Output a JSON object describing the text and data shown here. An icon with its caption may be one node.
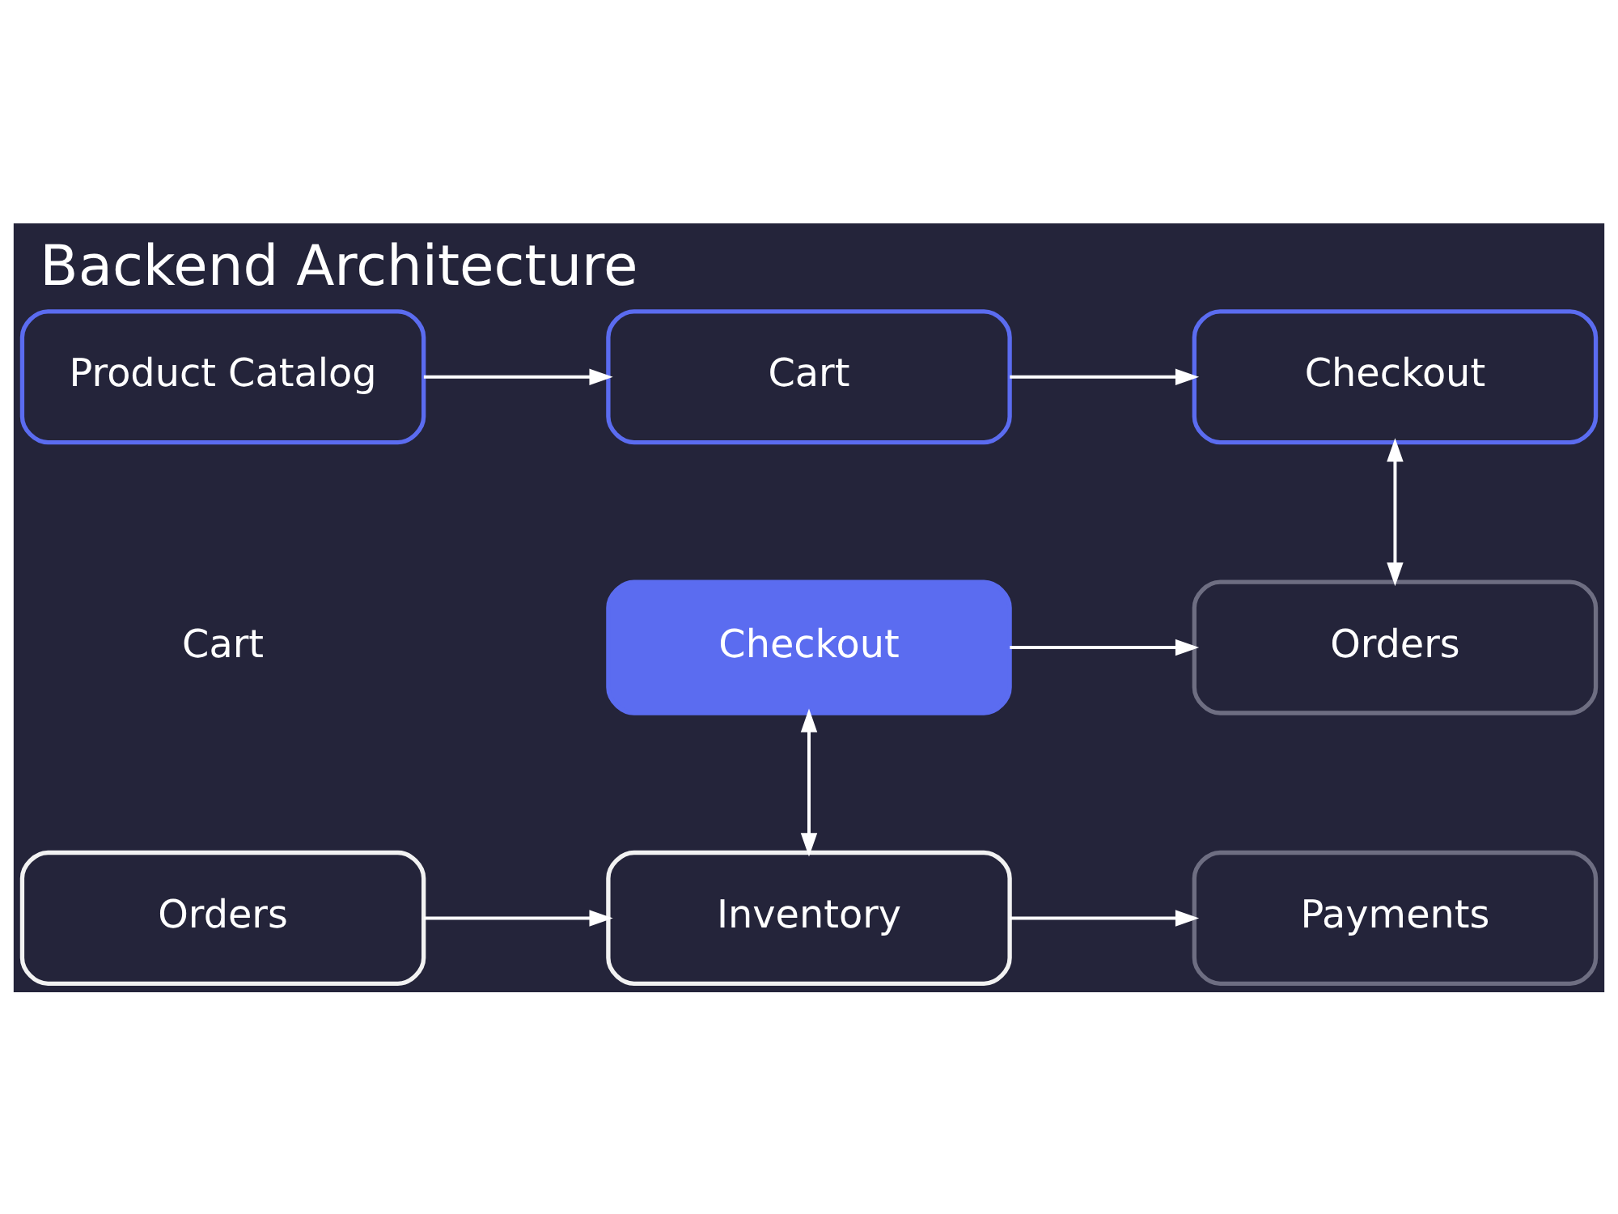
{
  "diagram": {
    "title": "Backend Architecture",
    "nodes": [
      {
        "text": [
          "Product Catalog"
        ]
      },
      {
        "text": [
          "Cart"
        ]
      },
      {
        "text": [
          "Checkout"
        ]
      },
      {
        "text": [
          "Checkout"
        ]
      },
      {
        "text": [
          "Orders"
        ]
      },
      {
        "text": [
          "Orders"
        ]
      },
      {
        "text": [
          "Inventory"
        ]
      },
      {
        "text": [
          "Payments"
        ]
      }
    ],
    "edges": [
      {
        "from": 0,
        "to": 1,
        "arrow": "to"
      },
      {
        "from": 1,
        "to": 2,
        "arrow": "to"
      },
      {
        "from": 2,
        "to": 4,
        "arrow": "both"
      },
      {
        "from": 3,
        "to": 4,
        "arrow": "to"
      },
      {
        "from": 3,
        "to": 6,
        "arrow": "both"
      },
      {
        "from": 5,
        "to": 6,
        "arrow": "to"
      },
      {
        "from": 6,
        "to": 7,
        "arrow": "to"
      }
    ],
    "labels": [
      "Cart"
    ]
  }
}
